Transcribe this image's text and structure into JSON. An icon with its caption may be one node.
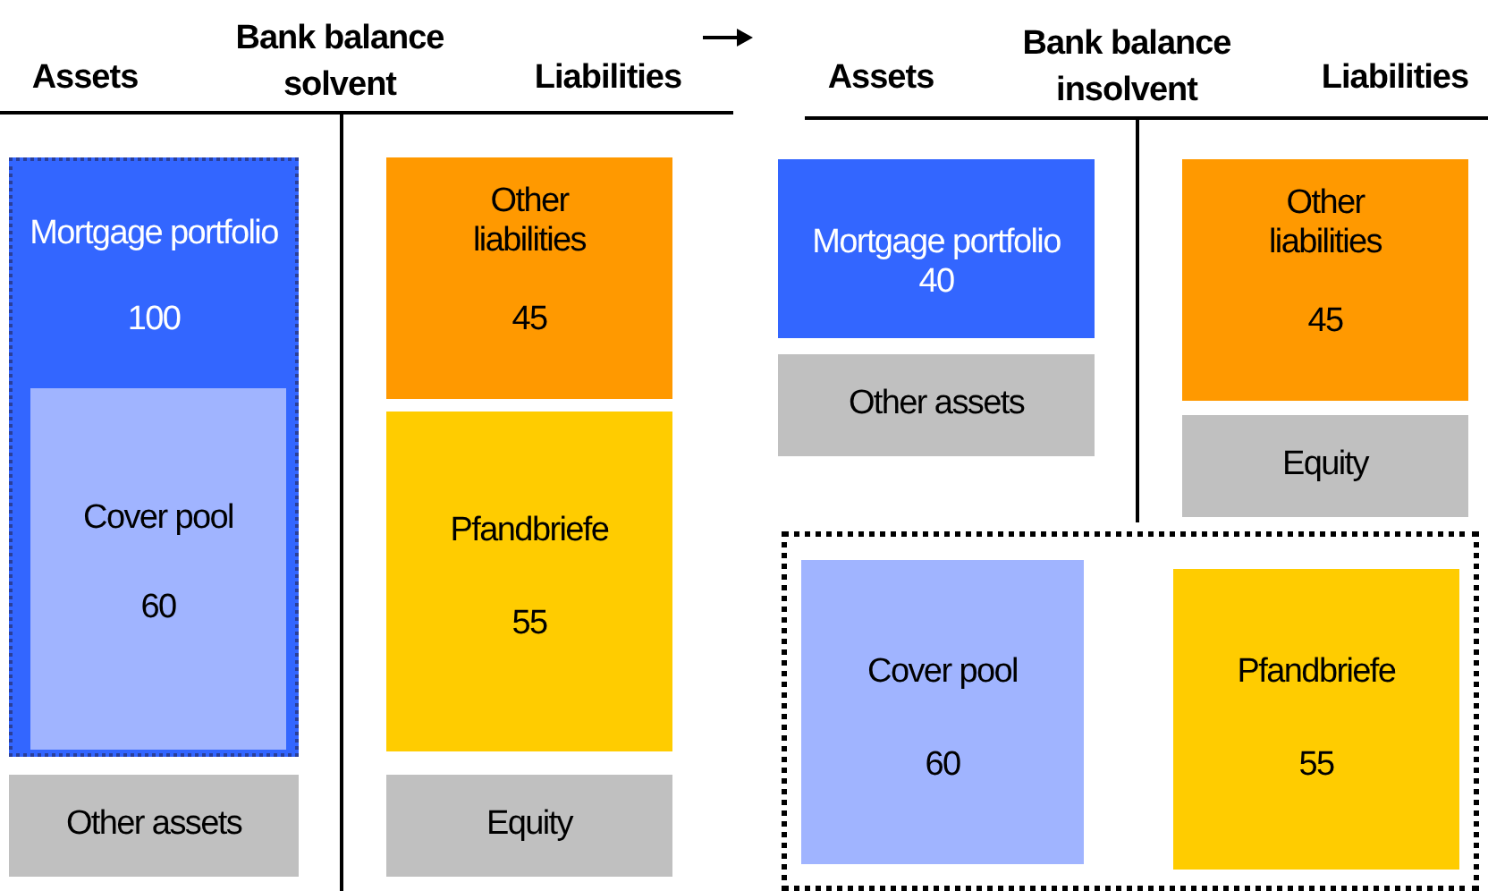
{
  "diagram": {
    "nodes": [
      {
        "text": [
          "Mortgage portfolio",
          "100"
        ]
      },
      {
        "text": [
          "Cover pool",
          "60"
        ],
        "in": 0
      },
      {
        "text": [
          "Other assets"
        ]
      },
      {
        "text": [
          "Other liabilities",
          "45"
        ]
      },
      {
        "text": [
          "Pfandbriefe",
          "55"
        ]
      },
      {
        "text": [
          "Equity"
        ]
      },
      {
        "text": [
          "Mortgage portfolio",
          "40"
        ]
      },
      {
        "text": [
          "Other assets"
        ]
      },
      {
        "text": [
          "Other liabilities",
          "45"
        ]
      },
      {
        "text": [
          "Equity"
        ]
      },
      {
        "text": [],
        "shape": "box"
      },
      {
        "text": [
          "Cover pool",
          "60"
        ],
        "in": 10
      },
      {
        "text": [
          "Pfandbriefe",
          "55"
        ],
        "in": 10
      }
    ],
    "edges": [],
    "labels": [
      "Assets",
      "Bank balance solvent",
      "Liabilities",
      "Assets",
      "Bank balance insolvent",
      "Liabilities"
    ]
  }
}
